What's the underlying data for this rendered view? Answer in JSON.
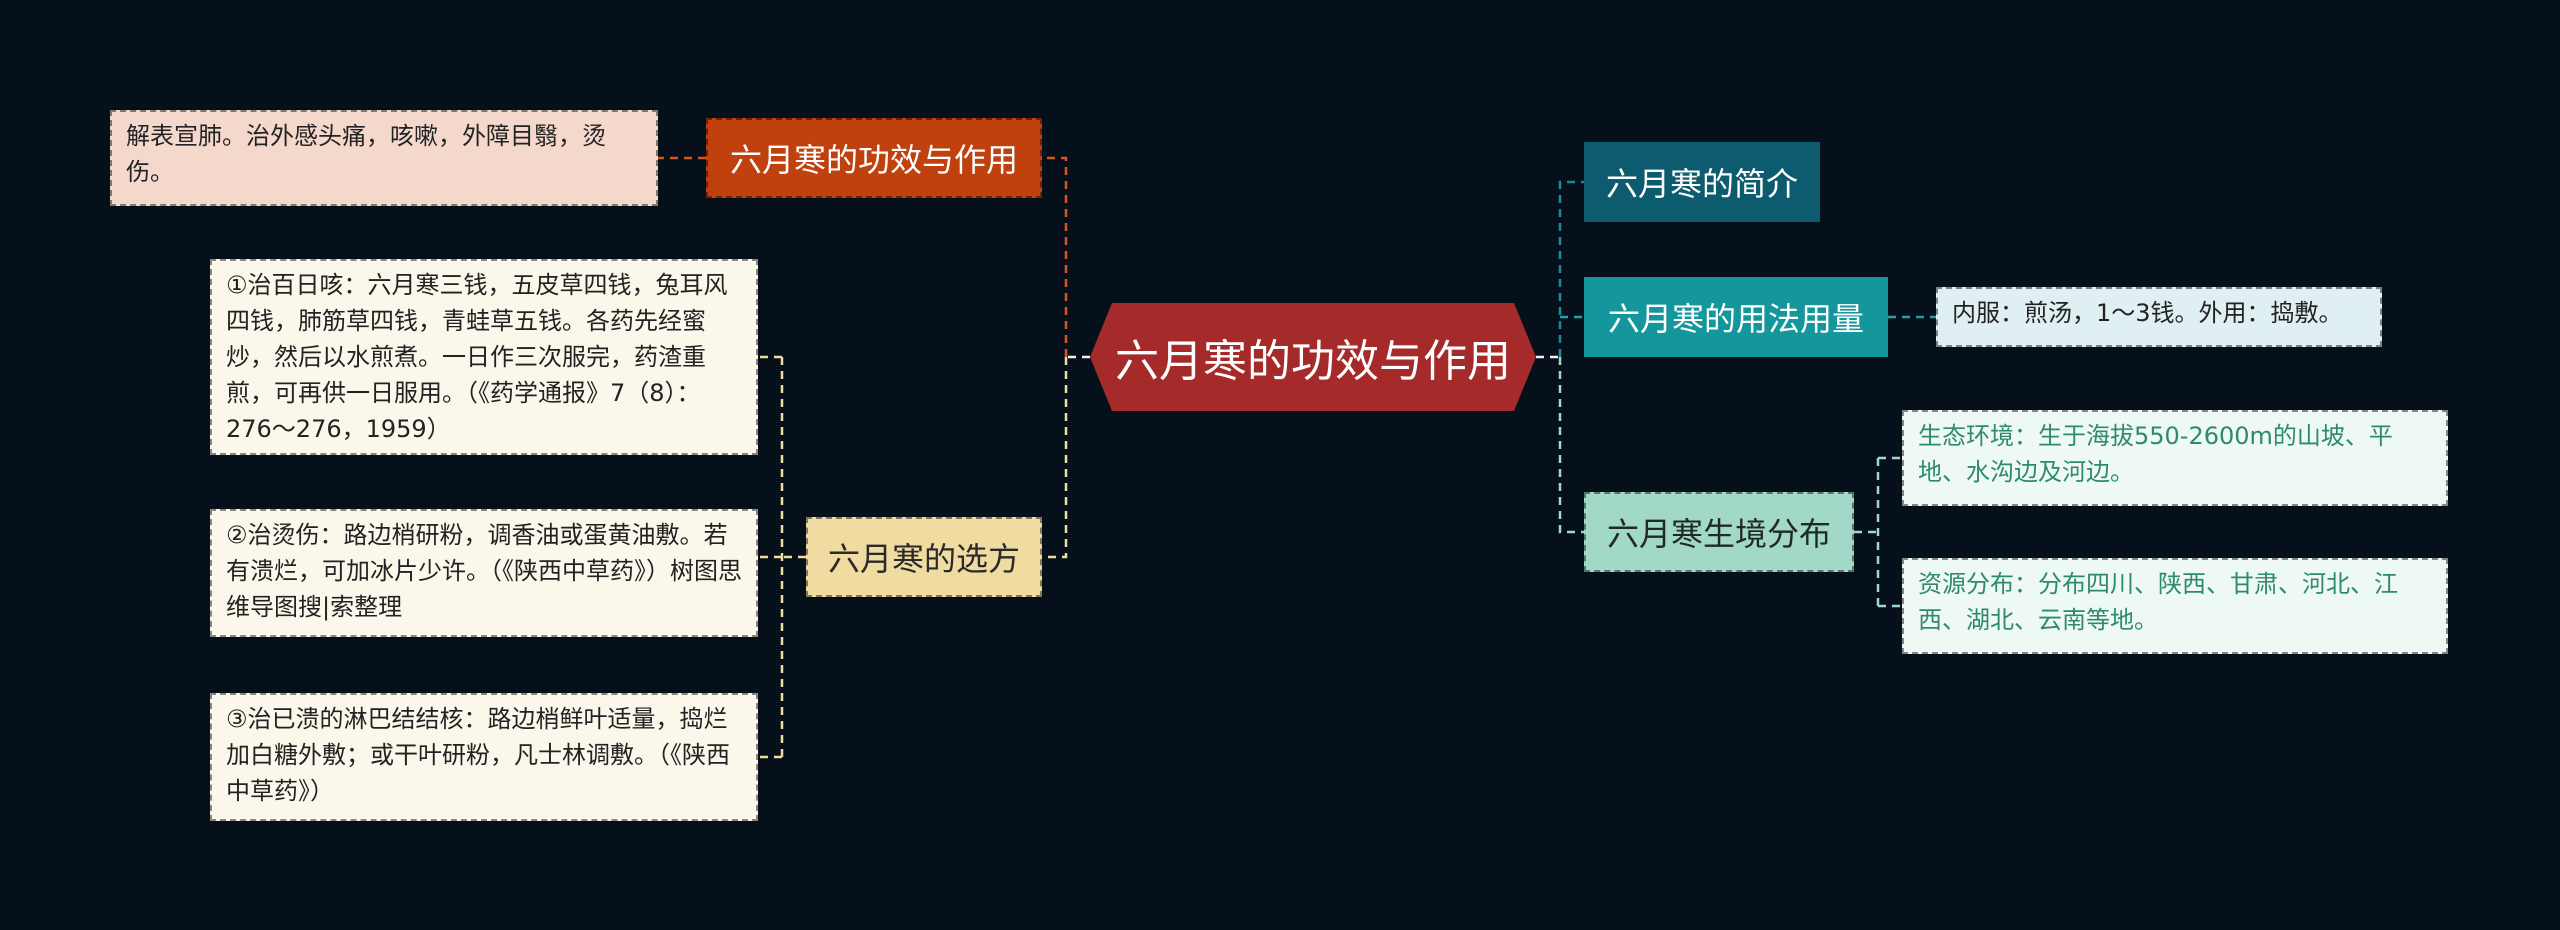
{
  "colors": {
    "background": "#05101a",
    "central": "#a52a2a",
    "efficacy": "#c0400e",
    "recipes": "#f0dba0",
    "intro": "#0d5b6e",
    "usage": "#14979c",
    "habitat": "#a2d8c8"
  },
  "central": {
    "title": "六月寒的功效与作用"
  },
  "left": {
    "efficacy": {
      "label": "六月寒的功效与作用",
      "detail": "解表宣肺。治外感头痛，咳嗽，外障目翳，烫伤。"
    },
    "recipes": {
      "label": "六月寒的选方",
      "items": [
        "①治百日咳：六月寒三钱，五皮草四钱，兔耳风四钱，肺筋草四钱，青蛙草五钱。各药先经蜜炒，然后以水煎煮。一日作三次服完，药渣重煎，可再供一日服用。（《药学通报》7（8）：276～276，1959）",
        "②治烫伤：路边梢研粉，调香油或蛋黄油敷。若有溃烂，可加冰片少许。（《陕西中草药》）树图思维导图搜|索整理",
        "③治已溃的淋巴结结核：路边梢鲜叶适量，捣烂加白糖外敷；或干叶研粉，凡士林调敷。（《陕西中草药》）"
      ]
    }
  },
  "right": {
    "intro": {
      "label": "六月寒的简介"
    },
    "usage": {
      "label": "六月寒的用法用量",
      "detail": "内服：煎汤，1～3钱。外用：捣敷。"
    },
    "habitat": {
      "label": "六月寒生境分布",
      "items": [
        "生态环境：生于海拔550-2600m的山坡、平地、水沟边及河边。",
        "资源分布：分布四川、陕西、甘肃、河北、江西、湖北、云南等地。"
      ]
    }
  }
}
